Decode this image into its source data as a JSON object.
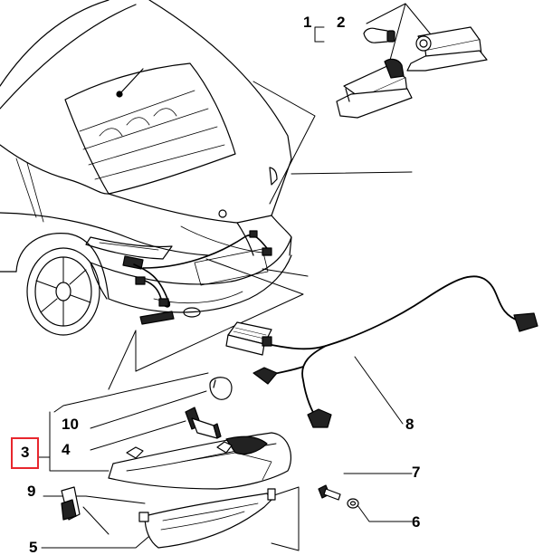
{
  "colors": {
    "line": "#000000",
    "highlight": "#e8262d",
    "background": "#ffffff",
    "part_fill": "#ffffff",
    "shade": "#222222"
  },
  "callouts": {
    "c1": "1",
    "c2": "2",
    "c3": "3",
    "c4": "4",
    "c5": "5",
    "c6": "6",
    "c7": "7",
    "c8": "8",
    "c9": "9",
    "c10": "10"
  },
  "highlighted_callout": "3"
}
